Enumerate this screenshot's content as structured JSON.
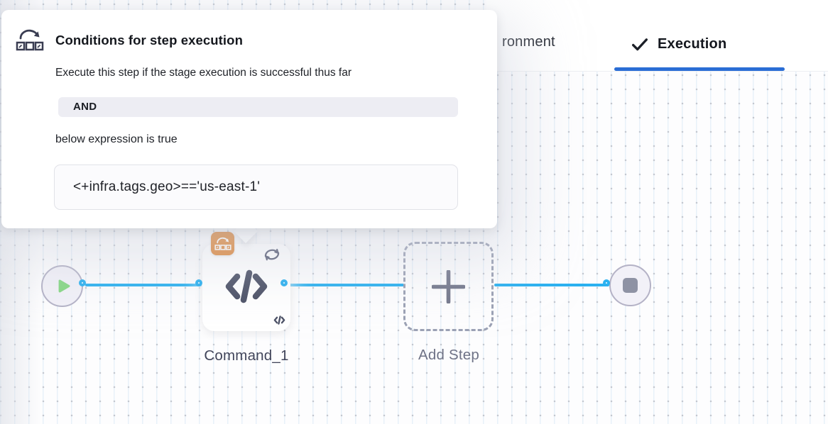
{
  "popover": {
    "icon": "conditional-execution-icon",
    "title": "Conditions for step execution",
    "description": "Execute this step if the stage execution is successful thus far",
    "operator": "AND",
    "expression_intro": "below expression is true",
    "expression": "<+infra.tags.geo>=='us-east-1'"
  },
  "tabs": {
    "partial_hidden_tab_label": "ronment",
    "active_tab": {
      "label": "Execution",
      "icon": "checkmark-icon"
    }
  },
  "pipeline": {
    "start_node": {
      "icon": "play-icon"
    },
    "steps": [
      {
        "label": "Command_1",
        "main_icon": "code-icon",
        "corner_icon": "code-small-icon",
        "top_right_icon": "retry-loop-icon",
        "badge_icon": "conditional-execution-badge-icon"
      }
    ],
    "add_step": {
      "label": "Add Step",
      "icon": "plus-icon"
    },
    "end_node": {
      "icon": "stop-icon"
    }
  },
  "colors": {
    "connector_blue": "#2bb1f0",
    "tab_underline_blue": "#2a6dd5",
    "badge_orange": "#e0883a",
    "node_fill": "#f2f1f8",
    "node_border": "#b4b2c6",
    "play_green": "#85d783",
    "slate_icon": "#4d5267",
    "stop_gray": "#8e92a4",
    "pill_bg": "#ededf3",
    "expr_border": "#e1e2e8"
  }
}
